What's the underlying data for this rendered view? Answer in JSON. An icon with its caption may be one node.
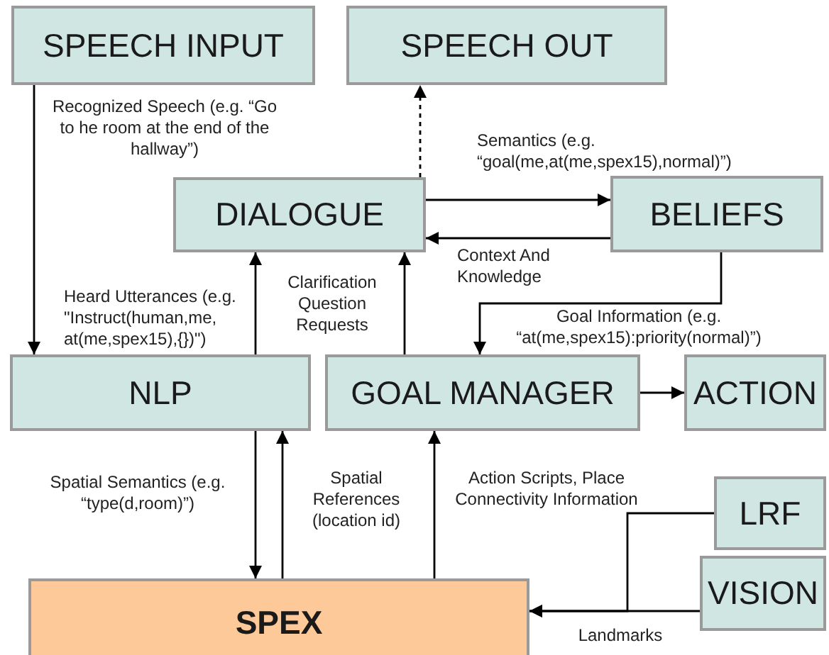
{
  "diagram": {
    "nodes": [
      {
        "text": [
          "SPEECH INPUT"
        ]
      },
      {
        "text": [
          "SPEECH OUT"
        ]
      },
      {
        "text": [
          "DIALOGUE"
        ]
      },
      {
        "text": [
          "BELIEFS"
        ]
      },
      {
        "text": [
          "NLP"
        ]
      },
      {
        "text": [
          "GOAL MANAGER"
        ]
      },
      {
        "text": [
          "ACTION"
        ]
      },
      {
        "text": [
          "LRF"
        ]
      },
      {
        "text": [
          "VISION"
        ]
      },
      {
        "text": [
          "SPEX"
        ]
      }
    ],
    "edges": [
      {
        "from": 0,
        "to": 4,
        "arrow": "to",
        "label": "Recognized Speech (e.g. “Go to he room at the end of the hallway”)"
      },
      {
        "from": 2,
        "to": 1,
        "arrow": "to",
        "style": "dashed"
      },
      {
        "from": 2,
        "to": 3,
        "arrow": "to",
        "label": "Semantics (e.g. “goal(me,at(me,spex15),normal)”)"
      },
      {
        "from": 3,
        "to": 2,
        "arrow": "to",
        "label": "Context And Knowledge"
      },
      {
        "from": 3,
        "to": 5,
        "arrow": "to",
        "label": "Goal Information (e.g. “at(me,spex15):priority(normal)”)"
      },
      {
        "from": 4,
        "to": 2,
        "arrow": "to",
        "label": "Heard Utterances (e.g. \"Instruct(human,me, at(me,spex15),{})\")"
      },
      {
        "from": 5,
        "to": 2,
        "arrow": "to",
        "label": "Clarification Question Requests"
      },
      {
        "from": 5,
        "to": 6,
        "arrow": "to"
      },
      {
        "from": 4,
        "to": 9,
        "arrow": "to",
        "label": "Spatial Semantics (e.g. “type(d,room)”)"
      },
      {
        "from": 9,
        "to": 4,
        "arrow": "to",
        "label": "Spatial References (location id)"
      },
      {
        "from": 9,
        "to": 5,
        "arrow": "to",
        "label": "Action Scripts, Place Connectivity Information"
      },
      {
        "from": 7,
        "to": 9,
        "arrow": "to"
      },
      {
        "from": 8,
        "to": 9,
        "arrow": "to",
        "label": "Landmarks"
      }
    ]
  }
}
